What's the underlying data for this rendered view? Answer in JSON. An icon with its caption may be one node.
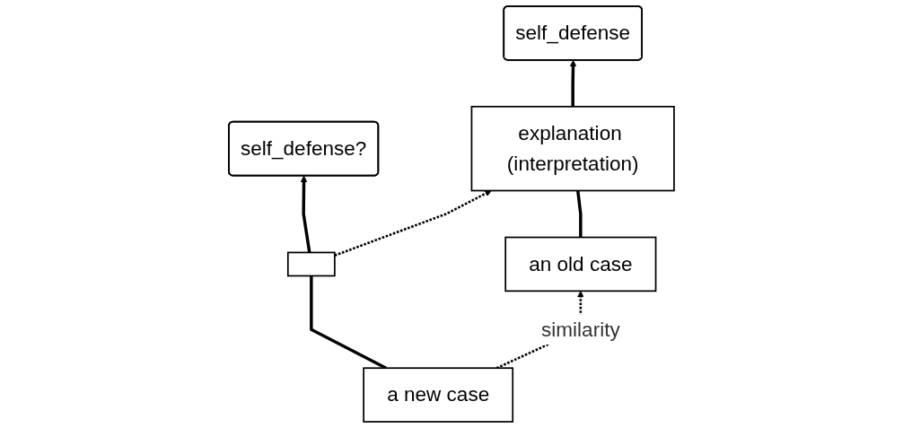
{
  "diagram": {
    "nodes": [
      {
        "text": [
          "self_defense?"
        ]
      },
      {
        "text": [],
        "shape": "box"
      },
      {
        "text": [
          "a new case"
        ]
      },
      {
        "text": [
          "self_defense"
        ]
      },
      {
        "text": [
          "explanation (interpretation)"
        ]
      },
      {
        "text": [
          "an old case"
        ]
      }
    ],
    "edges": [
      {
        "from": 2,
        "to": 1,
        "arrow": "none"
      },
      {
        "from": 1,
        "to": 0,
        "arrow": "to"
      },
      {
        "from": 1,
        "to": 4,
        "arrow": "to",
        "style": "dashed"
      },
      {
        "from": 2,
        "to": 5,
        "arrow": "to",
        "style": "dashed",
        "label": "similarity"
      },
      {
        "from": 5,
        "to": 4,
        "arrow": "none"
      },
      {
        "from": 4,
        "to": 3,
        "arrow": "to"
      }
    ]
  }
}
